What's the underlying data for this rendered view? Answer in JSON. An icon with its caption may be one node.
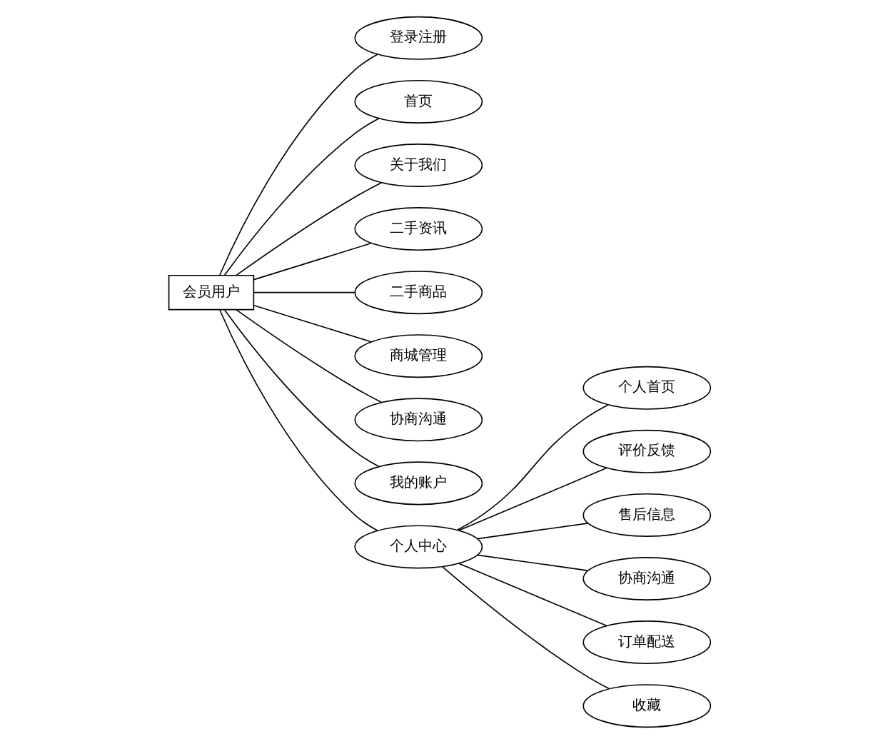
{
  "diagram": {
    "nodes": [
      {
        "text": [
          "会员用户"
        ]
      },
      {
        "text": [
          "登录注册"
        ]
      },
      {
        "text": [
          "首页"
        ]
      },
      {
        "text": [
          "关于我们"
        ]
      },
      {
        "text": [
          "二手资讯"
        ]
      },
      {
        "text": [
          "二手商品"
        ]
      },
      {
        "text": [
          "商城管理"
        ]
      },
      {
        "text": [
          "协商沟通"
        ]
      },
      {
        "text": [
          "我的账户"
        ]
      },
      {
        "text": [
          "个人中心"
        ]
      },
      {
        "text": [
          "个人首页"
        ]
      },
      {
        "text": [
          "评价反馈"
        ]
      },
      {
        "text": [
          "售后信息"
        ]
      },
      {
        "text": [
          "协商沟通"
        ]
      },
      {
        "text": [
          "订单配送"
        ]
      },
      {
        "text": [
          "收藏"
        ]
      }
    ],
    "edges": [
      {
        "from": 0,
        "to": 1,
        "arrow": "none"
      },
      {
        "from": 0,
        "to": 2,
        "arrow": "none"
      },
      {
        "from": 0,
        "to": 3,
        "arrow": "none"
      },
      {
        "from": 0,
        "to": 4,
        "arrow": "none"
      },
      {
        "from": 0,
        "to": 5,
        "arrow": "none"
      },
      {
        "from": 0,
        "to": 6,
        "arrow": "none"
      },
      {
        "from": 0,
        "to": 7,
        "arrow": "none"
      },
      {
        "from": 0,
        "to": 8,
        "arrow": "none"
      },
      {
        "from": 0,
        "to": 9,
        "arrow": "none"
      },
      {
        "from": 9,
        "to": 10,
        "arrow": "none"
      },
      {
        "from": 9,
        "to": 11,
        "arrow": "none"
      },
      {
        "from": 9,
        "to": 12,
        "arrow": "none"
      },
      {
        "from": 9,
        "to": 13,
        "arrow": "none"
      },
      {
        "from": 9,
        "to": 14,
        "arrow": "none"
      },
      {
        "from": 9,
        "to": 15,
        "arrow": "none"
      }
    ]
  }
}
